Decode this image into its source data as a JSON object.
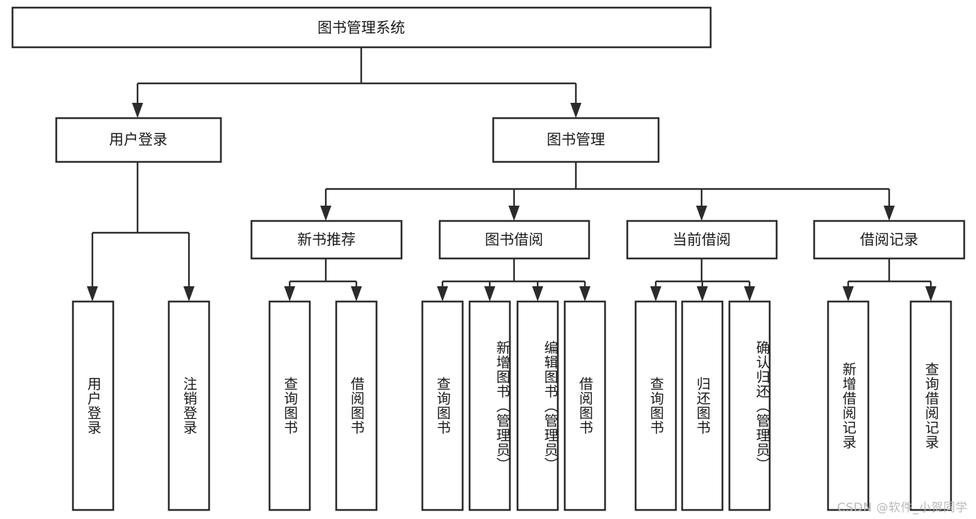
{
  "diagram": {
    "type": "tree-hierarchy-chart",
    "title": "图书管理系统",
    "watermark": "CSDN @软件_小贺同学",
    "colors": {
      "background": "#ffffff",
      "box_stroke": "#2b2b2b",
      "box_fill": "#ffffff",
      "text": "#1a1a1a",
      "watermark": "#b9b9b9"
    },
    "root": {
      "label": "图书管理系统"
    },
    "level2": [
      {
        "label": "用户登录"
      },
      {
        "label": "图书管理"
      }
    ],
    "level3": [
      {
        "label": "新书推荐"
      },
      {
        "label": "图书借阅"
      },
      {
        "label": "当前借阅"
      },
      {
        "label": "借阅记录"
      }
    ],
    "leaves": {
      "user_login": [
        {
          "label": "用户登录"
        },
        {
          "label": "注销登录"
        }
      ],
      "new_book_recommend": [
        {
          "label": "查询图书"
        },
        {
          "label": "借阅图书"
        }
      ],
      "book_borrow": [
        {
          "label": "查询图书"
        },
        {
          "label": "新增图书（管理员）"
        },
        {
          "label": "编辑图书（管理员）"
        },
        {
          "label": "借阅图书"
        }
      ],
      "current_borrow": [
        {
          "label": "查询图书"
        },
        {
          "label": "归还图书"
        },
        {
          "label": "确认归还（管理员）"
        }
      ],
      "borrow_records": [
        {
          "label": "新增借阅记录"
        },
        {
          "label": "查询借阅记录"
        }
      ]
    }
  }
}
